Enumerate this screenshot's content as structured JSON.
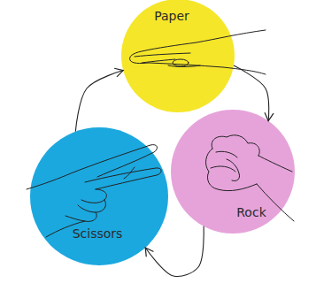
{
  "diagram": {
    "nodes": [
      {
        "text": [
          "Paper"
        ]
      },
      {
        "text": [
          "Scissors"
        ]
      },
      {
        "text": [
          "Rock"
        ]
      }
    ],
    "edges": [
      {
        "from": 0,
        "to": 2,
        "arrow": "to"
      },
      {
        "from": 2,
        "to": 1,
        "arrow": "to"
      },
      {
        "from": 1,
        "to": 0,
        "arrow": "to"
      }
    ]
  }
}
